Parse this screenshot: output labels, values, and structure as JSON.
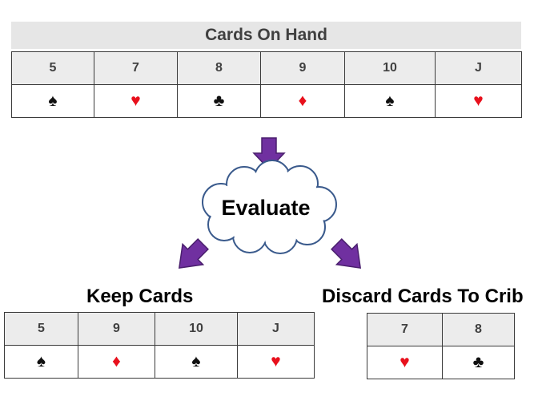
{
  "hand_title": "Cards On Hand",
  "hand_cards": [
    {
      "rank": "5",
      "suit": "♠",
      "color": "black"
    },
    {
      "rank": "7",
      "suit": "♥",
      "color": "red"
    },
    {
      "rank": "8",
      "suit": "♣",
      "color": "black"
    },
    {
      "rank": "9",
      "suit": "♦",
      "color": "red"
    },
    {
      "rank": "10",
      "suit": "♠",
      "color": "black"
    },
    {
      "rank": "J",
      "suit": "♥",
      "color": "red"
    }
  ],
  "evaluate_label": "Evaluate",
  "keep": {
    "label": "Keep Cards",
    "cards": [
      {
        "rank": "5",
        "suit": "♠",
        "color": "black"
      },
      {
        "rank": "9",
        "suit": "♦",
        "color": "red"
      },
      {
        "rank": "10",
        "suit": "♠",
        "color": "black"
      },
      {
        "rank": "J",
        "suit": "♥",
        "color": "red"
      }
    ]
  },
  "discard": {
    "label": "Discard Cards To Crib",
    "cards": [
      {
        "rank": "7",
        "suit": "♥",
        "color": "red"
      },
      {
        "rank": "8",
        "suit": "♣",
        "color": "black"
      }
    ]
  },
  "colors": {
    "arrow": "#7030a0",
    "red_suit": "#e8101c",
    "cloud_stroke": "#3a5a8c",
    "header_bg": "#e6e6e6"
  }
}
